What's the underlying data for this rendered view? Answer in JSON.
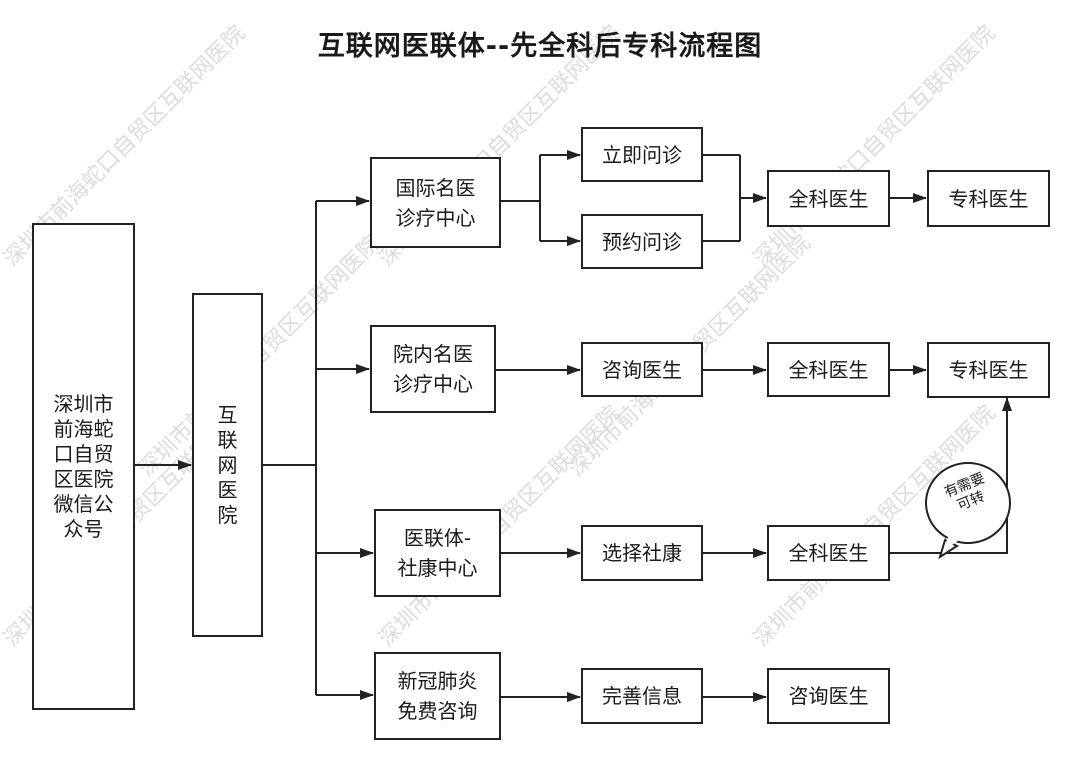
{
  "title": "互联网医联体--先全科后专科流程图",
  "watermark": "深圳市前海蛇口自贸区互联网医院",
  "nodes": {
    "wechat_account": {
      "lines": [
        "深圳市",
        "前海蛇",
        "口自贸",
        "区医院",
        "微信公",
        "众号"
      ]
    },
    "internet_hospital": {
      "lines": [
        "互",
        "联",
        "网",
        "医",
        "院"
      ]
    },
    "intl_center": {
      "lines": [
        "国际名医",
        "诊疗中心"
      ]
    },
    "immediate_consult": {
      "label": "立即问诊"
    },
    "appointment_consult": {
      "label": "预约问诊"
    },
    "gp_1": {
      "label": "全科医生"
    },
    "specialist_1": {
      "label": "专科医生"
    },
    "inhouse_center": {
      "lines": [
        "院内名医",
        "诊疗中心"
      ]
    },
    "consult_doctor_1": {
      "label": "咨询医生"
    },
    "gp_2": {
      "label": "全科医生"
    },
    "specialist_2": {
      "label": "专科医生"
    },
    "alliance_center": {
      "lines": [
        "医联体-",
        "社康中心"
      ]
    },
    "choose_community": {
      "label": "选择社康"
    },
    "gp_3": {
      "label": "全科医生"
    },
    "covid_consult": {
      "lines": [
        "新冠肺炎",
        "免费咨询"
      ]
    },
    "complete_info": {
      "label": "完善信息"
    },
    "consult_doctor_2": {
      "label": "咨询医生"
    }
  },
  "annotation": {
    "lines": [
      "有需要",
      "可转"
    ]
  },
  "colors": {
    "line": "#222222",
    "watermark": "#dcdcdc",
    "background": "#ffffff"
  }
}
